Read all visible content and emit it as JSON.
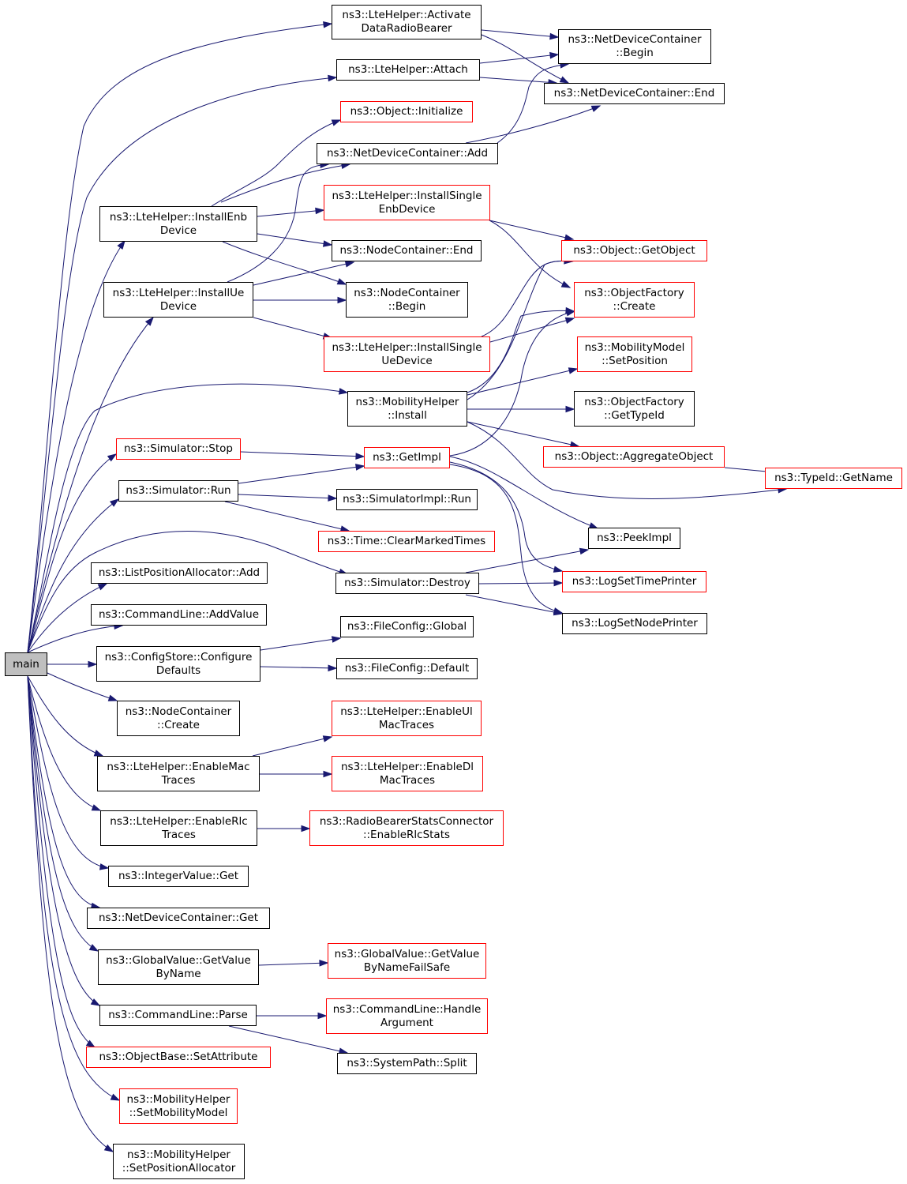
{
  "colors": {
    "edge": "#191970",
    "node_border": "#000000",
    "truncated_border": "#ff0000",
    "root_fill": "#bfbfbf"
  },
  "nodes": {
    "main": {
      "lines": [
        "main"
      ],
      "red": false
    },
    "act": {
      "lines": [
        "ns3::LteHelper::Activate",
        "DataRadioBearer"
      ],
      "red": false
    },
    "ndcBegin": {
      "lines": [
        "ns3::NetDeviceContainer",
        "::Begin"
      ],
      "red": false
    },
    "attach": {
      "lines": [
        "ns3::LteHelper::Attach"
      ],
      "red": false
    },
    "ndcEnd": {
      "lines": [
        "ns3::NetDeviceContainer::End"
      ],
      "red": false
    },
    "objInit": {
      "lines": [
        "ns3::Object::Initialize"
      ],
      "red": true
    },
    "ndcAdd": {
      "lines": [
        "ns3::NetDeviceContainer::Add"
      ],
      "red": false
    },
    "instEnb": {
      "lines": [
        "ns3::LteHelper::InstallEnb",
        "Device"
      ],
      "red": false
    },
    "instSingleEnb": {
      "lines": [
        "ns3::LteHelper::InstallSingle",
        "EnbDevice"
      ],
      "red": true
    },
    "getObject": {
      "lines": [
        "ns3::Object::GetObject"
      ],
      "red": true
    },
    "ncEnd": {
      "lines": [
        "ns3::NodeContainer::End"
      ],
      "red": false
    },
    "instUe": {
      "lines": [
        "ns3::LteHelper::InstallUe",
        "Device"
      ],
      "red": false
    },
    "ncBegin": {
      "lines": [
        "ns3::NodeContainer",
        "::Begin"
      ],
      "red": false
    },
    "ofCreate": {
      "lines": [
        "ns3::ObjectFactory",
        "::Create"
      ],
      "red": true
    },
    "instSingleUe": {
      "lines": [
        "ns3::LteHelper::InstallSingle",
        "UeDevice"
      ],
      "red": true
    },
    "mmSetPos": {
      "lines": [
        "ns3::MobilityModel",
        "::SetPosition"
      ],
      "red": true
    },
    "mhInstall": {
      "lines": [
        "ns3::MobilityHelper",
        "::Install"
      ],
      "red": false
    },
    "ofGetTypeId": {
      "lines": [
        "ns3::ObjectFactory",
        "::GetTypeId"
      ],
      "red": false
    },
    "simStop": {
      "lines": [
        "ns3::Simulator::Stop"
      ],
      "red": true
    },
    "getImpl": {
      "lines": [
        "ns3::GetImpl"
      ],
      "red": true
    },
    "aggObj": {
      "lines": [
        "ns3::Object::AggregateObject"
      ],
      "red": true
    },
    "typeIdName": {
      "lines": [
        "ns3::TypeId::GetName"
      ],
      "red": true
    },
    "simRun": {
      "lines": [
        "ns3::Simulator::Run"
      ],
      "red": false
    },
    "simImplRun": {
      "lines": [
        "ns3::SimulatorImpl::Run"
      ],
      "red": false
    },
    "clearMarked": {
      "lines": [
        "ns3::Time::ClearMarkedTimes"
      ],
      "red": true
    },
    "peekImpl": {
      "lines": [
        "ns3::PeekImpl"
      ],
      "red": false
    },
    "lpaAdd": {
      "lines": [
        "ns3::ListPositionAllocator::Add"
      ],
      "red": false
    },
    "simDestroy": {
      "lines": [
        "ns3::Simulator::Destroy"
      ],
      "red": false
    },
    "logTime": {
      "lines": [
        "ns3::LogSetTimePrinter"
      ],
      "red": true
    },
    "clAddValue": {
      "lines": [
        "ns3::CommandLine::AddValue"
      ],
      "red": false
    },
    "logNode": {
      "lines": [
        "ns3::LogSetNodePrinter"
      ],
      "red": false
    },
    "fcGlobal": {
      "lines": [
        "ns3::FileConfig::Global"
      ],
      "red": false
    },
    "csConfDef": {
      "lines": [
        "ns3::ConfigStore::Configure",
        "Defaults"
      ],
      "red": false
    },
    "fcDefault": {
      "lines": [
        "ns3::FileConfig::Default"
      ],
      "red": false
    },
    "ncCreate": {
      "lines": [
        "ns3::NodeContainer",
        "::Create"
      ],
      "red": false
    },
    "enUl": {
      "lines": [
        "ns3::LteHelper::EnableUl",
        "MacTraces"
      ],
      "red": true
    },
    "enMac": {
      "lines": [
        "ns3::LteHelper::EnableMac",
        "Traces"
      ],
      "red": false
    },
    "enDl": {
      "lines": [
        "ns3::LteHelper::EnableDl",
        "MacTraces"
      ],
      "red": true
    },
    "enRlc": {
      "lines": [
        "ns3::LteHelper::EnableRlc",
        "Traces"
      ],
      "red": false
    },
    "rbsc": {
      "lines": [
        "ns3::RadioBearerStatsConnector",
        "::EnableRlcStats"
      ],
      "red": true
    },
    "ivGet": {
      "lines": [
        "ns3::IntegerValue::Get"
      ],
      "red": false
    },
    "ndcGet": {
      "lines": [
        "ns3::NetDeviceContainer::Get"
      ],
      "red": false
    },
    "gvGetByName": {
      "lines": [
        "ns3::GlobalValue::GetValue",
        "ByName"
      ],
      "red": false
    },
    "gvGetFail": {
      "lines": [
        "ns3::GlobalValue::GetValue",
        "ByNameFailSafe"
      ],
      "red": true
    },
    "clParse": {
      "lines": [
        "ns3::CommandLine::Parse"
      ],
      "red": false
    },
    "clHandle": {
      "lines": [
        "ns3::CommandLine::Handle",
        "Argument"
      ],
      "red": true
    },
    "obSetAttr": {
      "lines": [
        "ns3::ObjectBase::SetAttribute"
      ],
      "red": true
    },
    "spSplit": {
      "lines": [
        "ns3::SystemPath::Split"
      ],
      "red": false
    },
    "mhSetMob": {
      "lines": [
        "ns3::MobilityHelper",
        "::SetMobilityModel"
      ],
      "red": true
    },
    "mhSetPosAlloc": {
      "lines": [
        "ns3::MobilityHelper",
        "::SetPositionAllocator"
      ],
      "red": false
    }
  }
}
